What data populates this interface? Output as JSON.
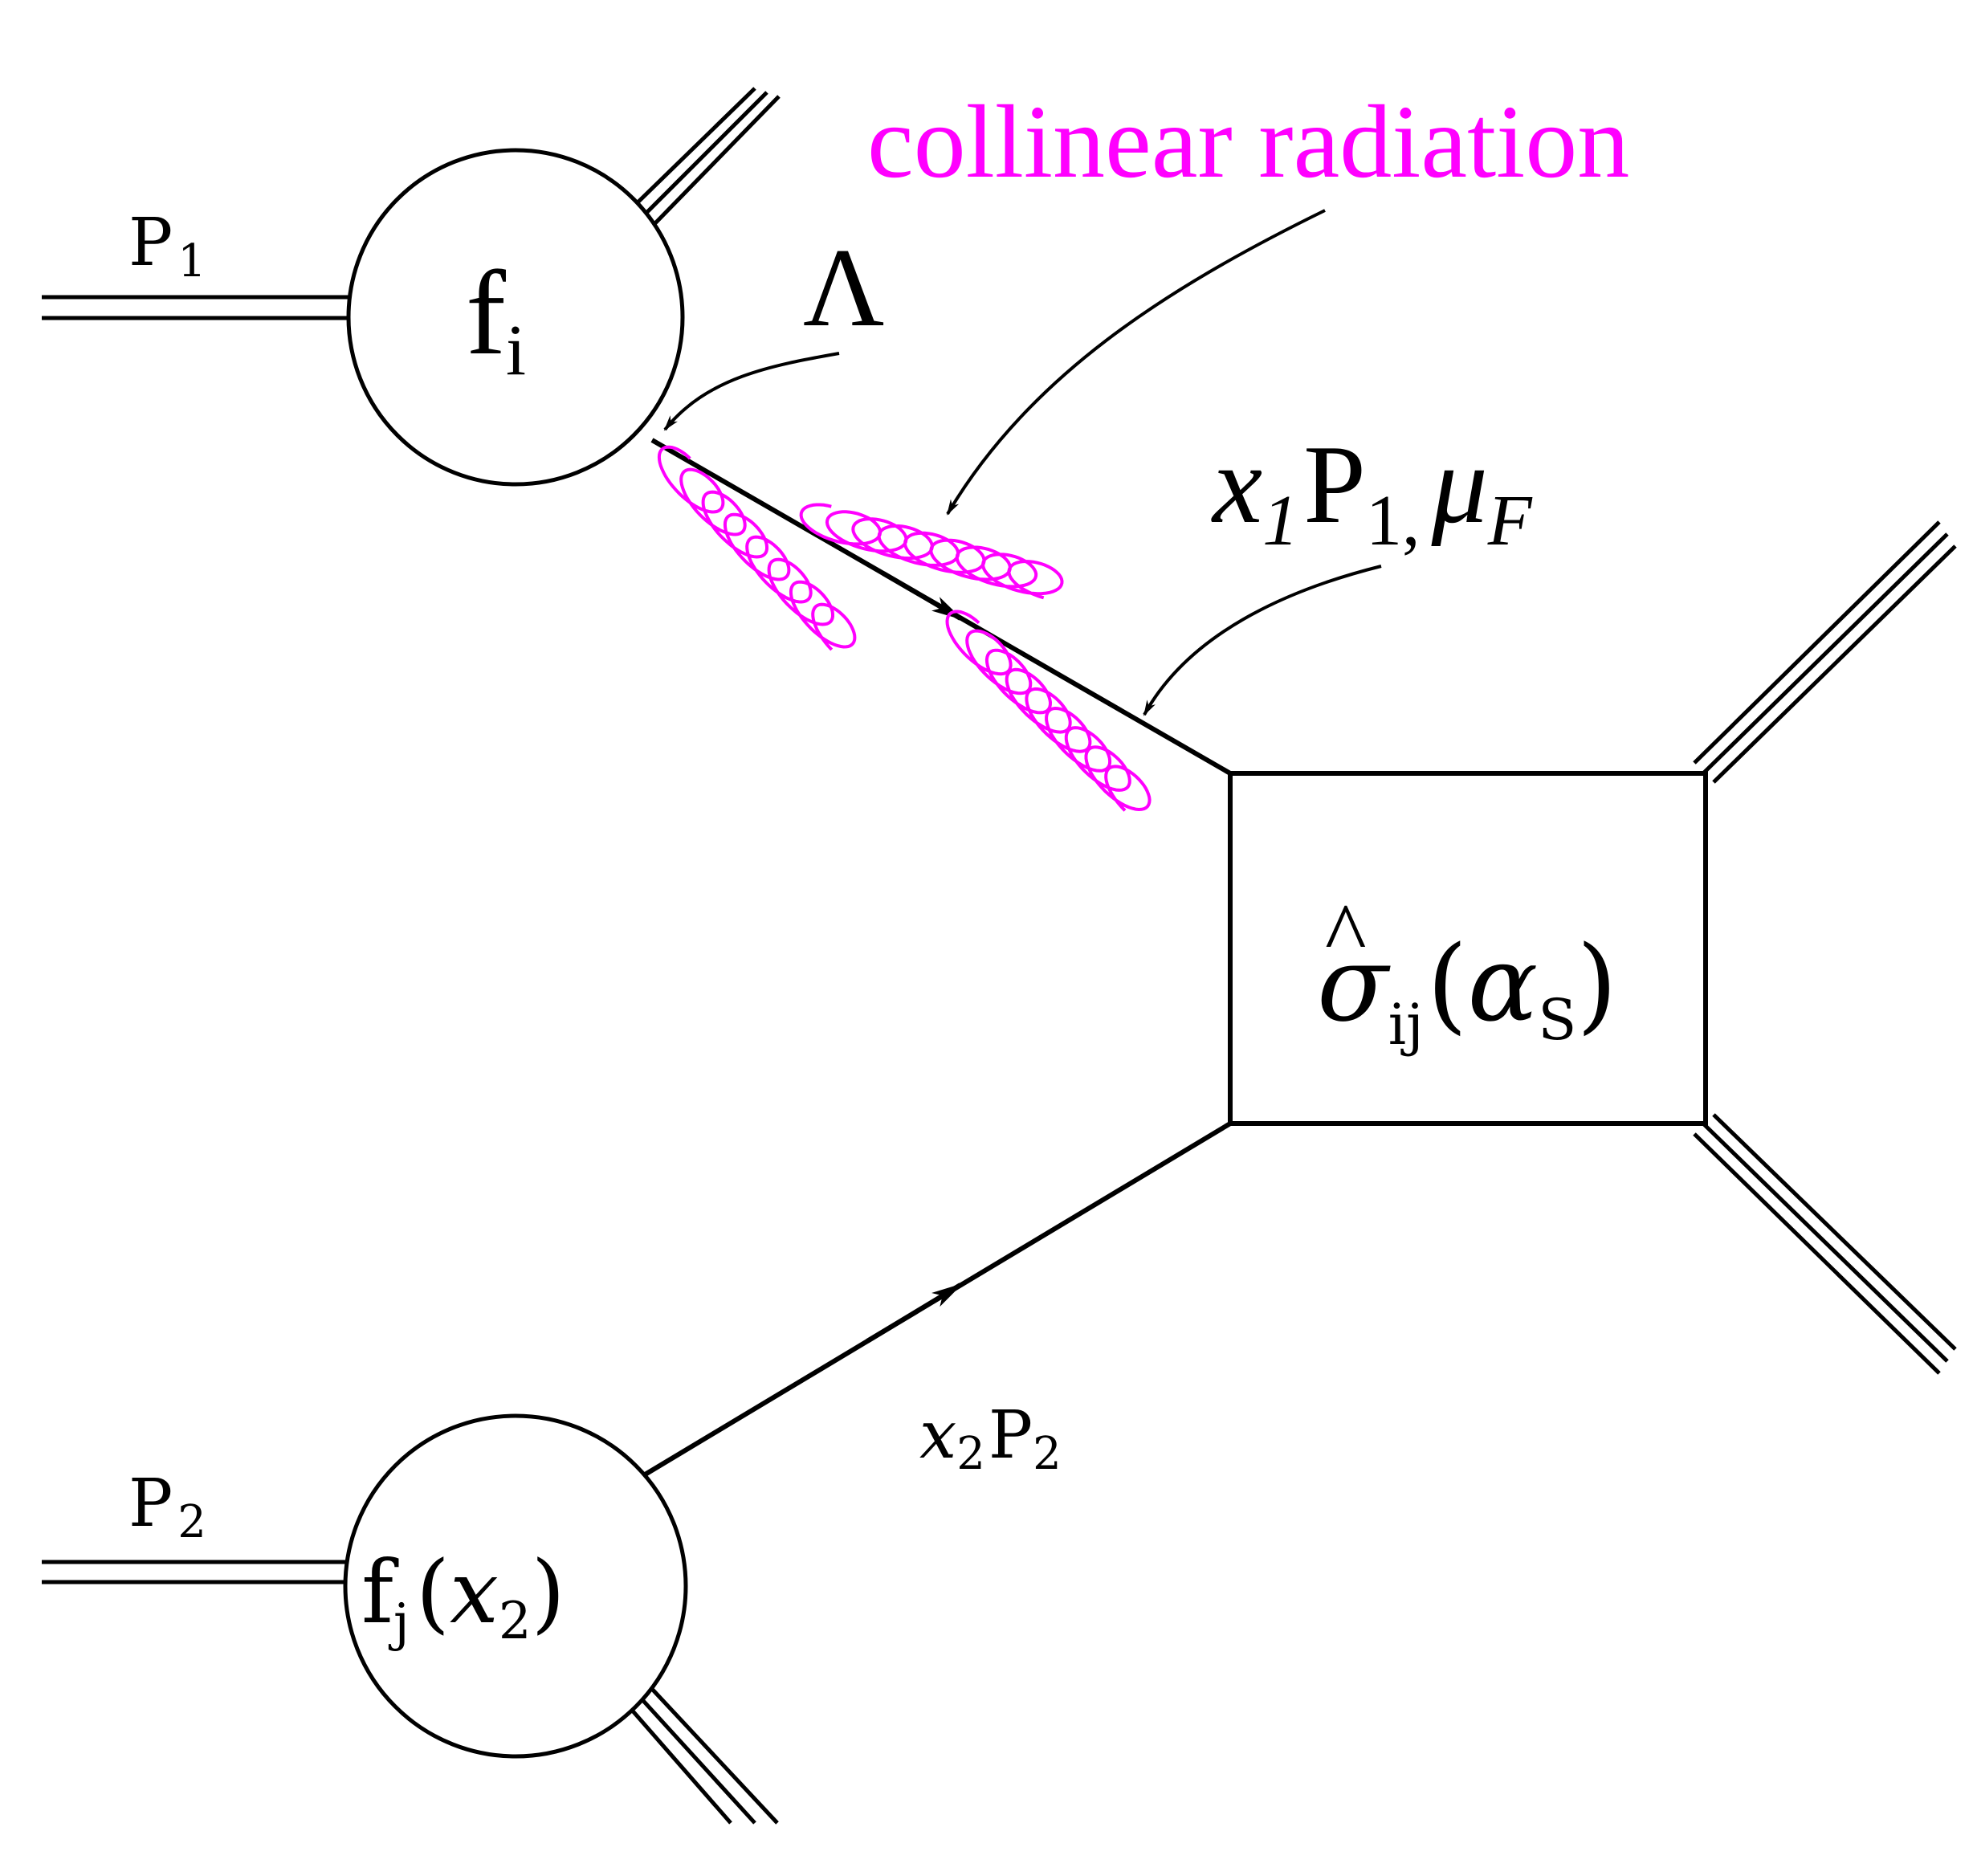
{
  "labels": {
    "p1": "P",
    "p1_sub": "1",
    "p2": "P",
    "p2_sub": "2",
    "f_i": "f",
    "f_i_sub": "i",
    "f_j": "f",
    "f_j_sub": "j",
    "f_j_arg_open": "(",
    "f_j_arg_x": "x",
    "f_j_arg_sub": "2",
    "f_j_arg_close": ")",
    "lambda": "Λ",
    "collinear": "collinear radiation",
    "x1": "x",
    "x1_sub": "1",
    "x1_P": "P",
    "x1_P_sub": "1,",
    "mu": "μ",
    "mu_sub": "F",
    "sigma": "σ",
    "sigma_hat": "^",
    "sigma_sub": "ij",
    "alpha_open": "(",
    "alpha": "α",
    "alpha_sub": "S",
    "alpha_close": ")",
    "x2": "x",
    "x2_sub": "2",
    "x2_P": "P",
    "x2_P_sub": "2"
  },
  "colors": {
    "ink": "#000000",
    "accent": "#ff00ff"
  }
}
